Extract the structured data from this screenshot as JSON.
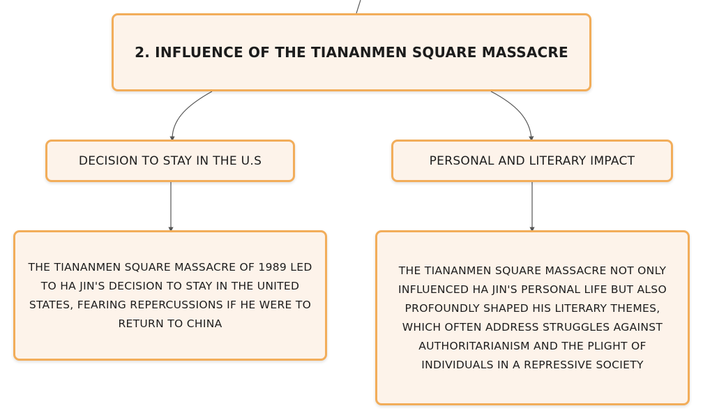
{
  "main_topic": {
    "title": "2. INFLUENCE OF THE TIANANMEN SQUARE MASSACRE"
  },
  "branches": [
    {
      "title": "DECISION TO STAY IN THE U.S",
      "detail": "THE TIANANMEN SQUARE MASSACRE OF 1989 LED TO HA JIN'S DECISION TO STAY IN THE UNITED STATES, FEARING REPERCUSSIONS IF HE WERE TO RETURN TO CHINA"
    },
    {
      "title": "PERSONAL AND LITERARY IMPACT",
      "detail": "THE TIANANMEN SQUARE MASSACRE NOT ONLY INFLUENCED HA JIN'S PERSONAL LIFE BUT ALSO PROFOUNDLY SHAPED HIS LITERARY THEMES, WHICH OFTEN ADDRESS STRUGGLES AGAINST AUTHORITARIANISM AND THE PLIGHT OF INDIVIDUALS IN A REPRESSIVE SOCIETY"
    }
  ],
  "colors": {
    "node_fill": "#fdf3ea",
    "node_border": "#f2ad5a",
    "connector": "#555555",
    "text": "#1c1c1c"
  }
}
